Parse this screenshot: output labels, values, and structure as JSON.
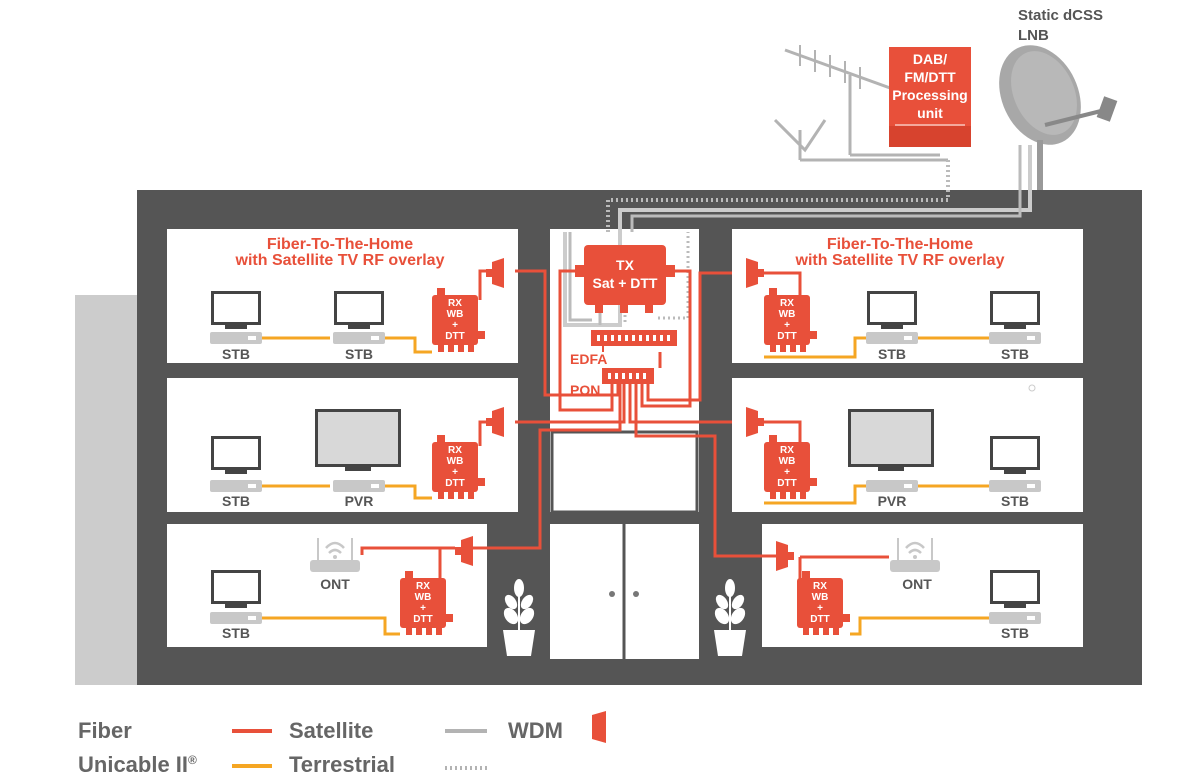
{
  "colors": {
    "fiber": "#e8503a",
    "unicable": "#f5a623",
    "satellite_line": "#e8503a",
    "terrestrial_line": "#b3b3b3",
    "building": "#555555",
    "room": "#ffffff",
    "tv": "#444444",
    "legend_text": "#666666"
  },
  "roof": {
    "lnb_label_line1": "Static dCSS",
    "lnb_label_line2": "LNB",
    "processing_line1": "DAB/",
    "processing_line2": "FM/DTT",
    "processing_line3": "Processing",
    "processing_line4": "unit"
  },
  "center": {
    "tx_line1": "TX",
    "tx_line2": "Sat + DTT",
    "edfa": "EDFA",
    "pon": "PON"
  },
  "rooms": {
    "title_line1": "Fiber-To-The-Home",
    "title_line2": "with Satellite TV RF overlay",
    "stb": "STB",
    "pvr": "PVR",
    "ont": "ONT",
    "rx_line1": "RX",
    "rx_line2": "WB",
    "rx_line3": "+",
    "rx_line4": "DTT"
  },
  "legend": {
    "fiber": "Fiber",
    "unicable": "Unicable II",
    "unicable_sup": "®",
    "satellite": "Satellite",
    "terrestrial": "Terrestrial",
    "wdm": "WDM"
  },
  "icons": {
    "tv": "tv-icon",
    "stb": "set-top-box-icon",
    "router": "router-icon",
    "receiver": "receiver-icon",
    "wdm": "wdm-icon",
    "plant": "plant-icon",
    "dish": "satellite-dish-icon",
    "antenna": "antenna-icon"
  }
}
